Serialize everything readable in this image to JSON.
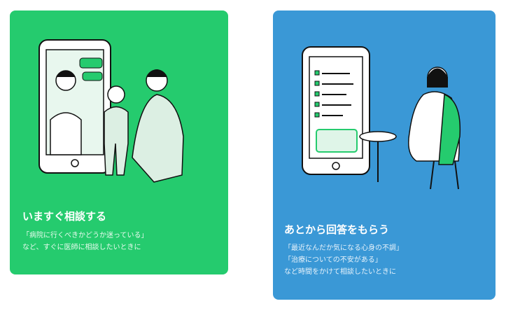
{
  "cards": [
    {
      "title": "いますぐ相談する",
      "lines": [
        "「病院に行くべきかどうか迷っている」",
        "など、すぐに医師に相談したいときに"
      ],
      "color": "#25cb6e"
    },
    {
      "title": "あとから回答をもらう",
      "lines": [
        "「最近なんだか気になる心身の不調」",
        "「治療についての不安がある」",
        "など時間をかけて相談したいときに"
      ],
      "color": "#3a98d6"
    }
  ]
}
